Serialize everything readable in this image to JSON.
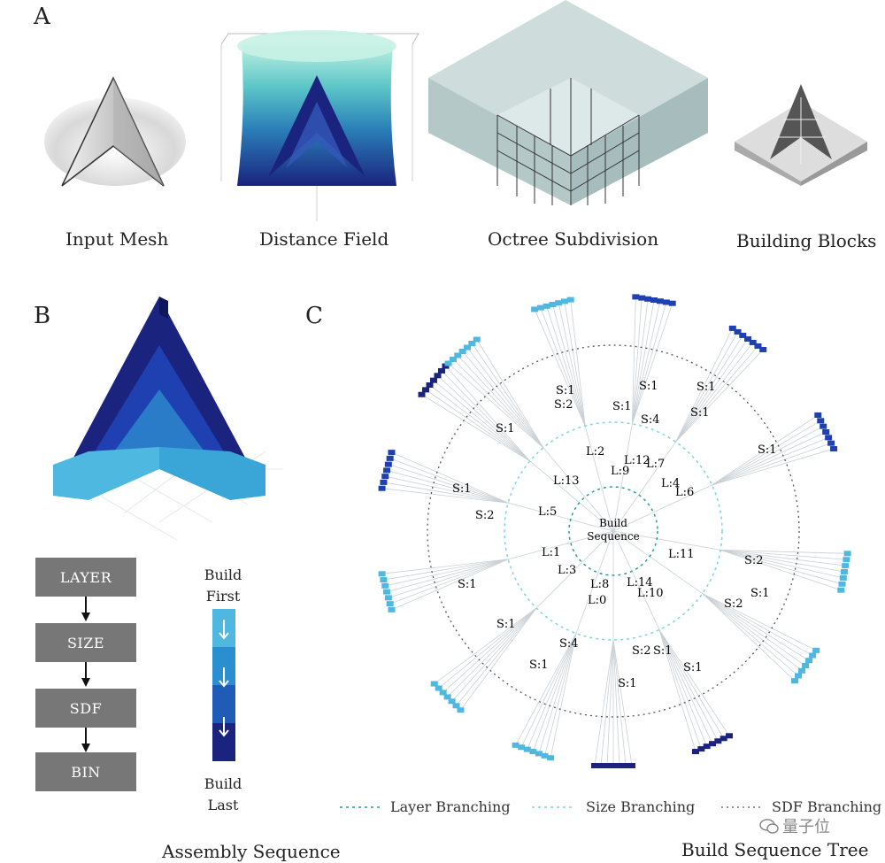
{
  "panel_a": {
    "letter": "A",
    "steps": [
      {
        "label": "Input Mesh"
      },
      {
        "label": "Distance Field"
      },
      {
        "label": "Octree Subdivision"
      },
      {
        "label": "Building Blocks"
      }
    ]
  },
  "panel_b": {
    "letter": "B",
    "flow": [
      "LAYER",
      "SIZE",
      "SDF",
      "BIN"
    ],
    "build_first": [
      "Build",
      "First"
    ],
    "build_last": [
      "Build",
      "Last"
    ],
    "caption": "Assembly Sequence"
  },
  "panel_c": {
    "letter": "C",
    "center_label": [
      "Build",
      "Sequence"
    ],
    "layer_labels": [
      "L:2",
      "L:12",
      "L:9",
      "L:7",
      "L:13",
      "L:4",
      "L:6",
      "L:5",
      "L:1",
      "L:3",
      "L:11",
      "L:8",
      "L:0",
      "L:14",
      "L:10"
    ],
    "size_labels": [
      "S:1",
      "S:2",
      "S:1",
      "S:4",
      "S:1",
      "S:1",
      "S:1",
      "S:1",
      "S:1",
      "S:2",
      "S:2",
      "S:1",
      "S:1",
      "S:2",
      "S:1",
      "S:4",
      "S:1",
      "S:2",
      "S:1",
      "S:1",
      "S:1",
      "S:1"
    ],
    "legend": [
      {
        "label": "Layer Branching",
        "color": "#2a9a9a"
      },
      {
        "label": "Size Branching",
        "color": "#7fd4d8"
      },
      {
        "label": "SDF Branching",
        "color": "#555555"
      }
    ],
    "caption": "Build Sequence Tree"
  },
  "watermark": "量子位",
  "colors": {
    "dark_blue": "#1a237e",
    "mid_blue": "#1e40b0",
    "light_blue": "#4fb8e0",
    "flow_gray": "#777777"
  }
}
